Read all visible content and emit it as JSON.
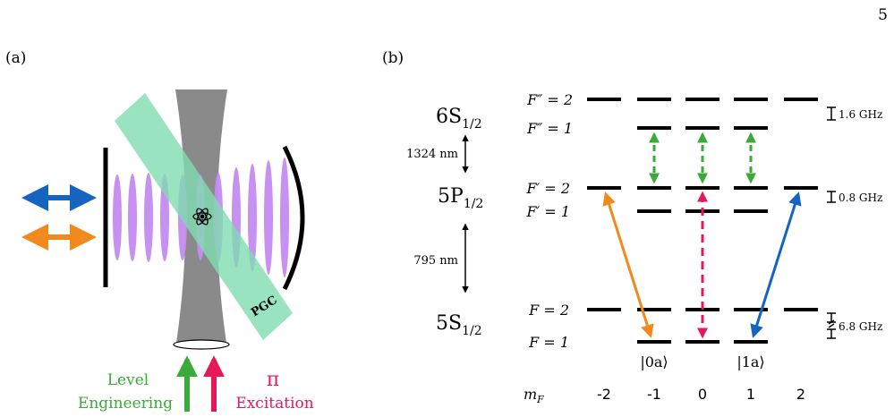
{
  "page_number": "5",
  "panel_a": {
    "label": "(a)",
    "beam_label": "PGC",
    "level_engineering_line1": "Level",
    "level_engineering_line2": "Engineering",
    "pi_symbol": "π",
    "excitation": "Excitation",
    "colors": {
      "cavity_mode": "#c58cf2",
      "pgc_beam": "#7fdcb0",
      "tweezer": "#8a8a8a",
      "blue_arrow": "#1565c0",
      "orange_arrow": "#f08a1c",
      "green_arrow": "#3aaa3a",
      "pink_arrow": "#e6185a"
    }
  },
  "panel_b": {
    "label": "(b)",
    "states": {
      "s6_main": "6S",
      "s6_sub": "1/2",
      "p5_main": "5P",
      "p5_sub": "1/2",
      "s5_main": "5S",
      "s5_sub": "1/2"
    },
    "wavelengths": {
      "upper": "1324 nm",
      "lower": "795 nm"
    },
    "levels": {
      "F2pp": "F″ = 2",
      "F1pp": "F″ = 1",
      "F2p": "F′ = 2",
      "F1p": "F′ = 1",
      "F2": "F = 2",
      "F1": "F = 1"
    },
    "splittings": {
      "s6": "1.6 GHz",
      "p5": "0.8 GHz",
      "s5": "6.8 GHz"
    },
    "qubit_states": {
      "zero": "|0a⟩",
      "one": "|1a⟩"
    },
    "mF_label": "mF",
    "mF_values": [
      "-2",
      "-1",
      "0",
      "1",
      "2"
    ]
  }
}
